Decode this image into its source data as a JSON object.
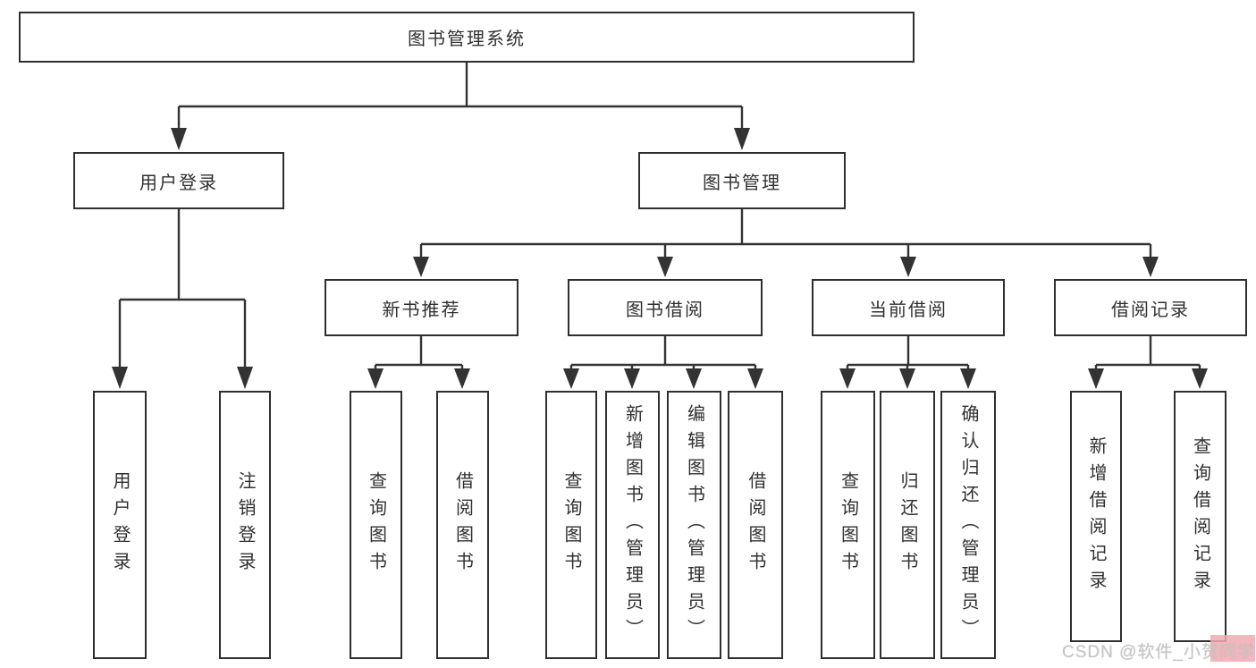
{
  "diagram": {
    "type": "hierarchy",
    "tree": {
      "root": "图书管理系统",
      "children": [
        {
          "label": "用户登录",
          "children": [
            "用户登录",
            "注销登录"
          ]
        },
        {
          "label": "图书管理",
          "children": [
            {
              "label": "新书推荐",
              "children": [
                "查询图书",
                "借阅图书"
              ]
            },
            {
              "label": "图书借阅",
              "children": [
                "查询图书",
                "新增图书（管理员）",
                "编辑图书（管理员）",
                "借阅图书"
              ]
            },
            {
              "label": "当前借阅",
              "children": [
                "查询图书",
                "归还图书",
                "确认归还（管理员）"
              ]
            },
            {
              "label": "借阅记录",
              "children": [
                "新增借阅记录",
                "查询借阅记录"
              ]
            }
          ]
        }
      ]
    }
  },
  "watermark": "CSDN @软件_小贺同学",
  "colors": {
    "box_border": "#2f2f2f",
    "line": "#333333",
    "text": "#303030",
    "background": "#ffffff",
    "watermark_text": "#c6c6c6",
    "watermark_accent": "#f2a9b0"
  }
}
